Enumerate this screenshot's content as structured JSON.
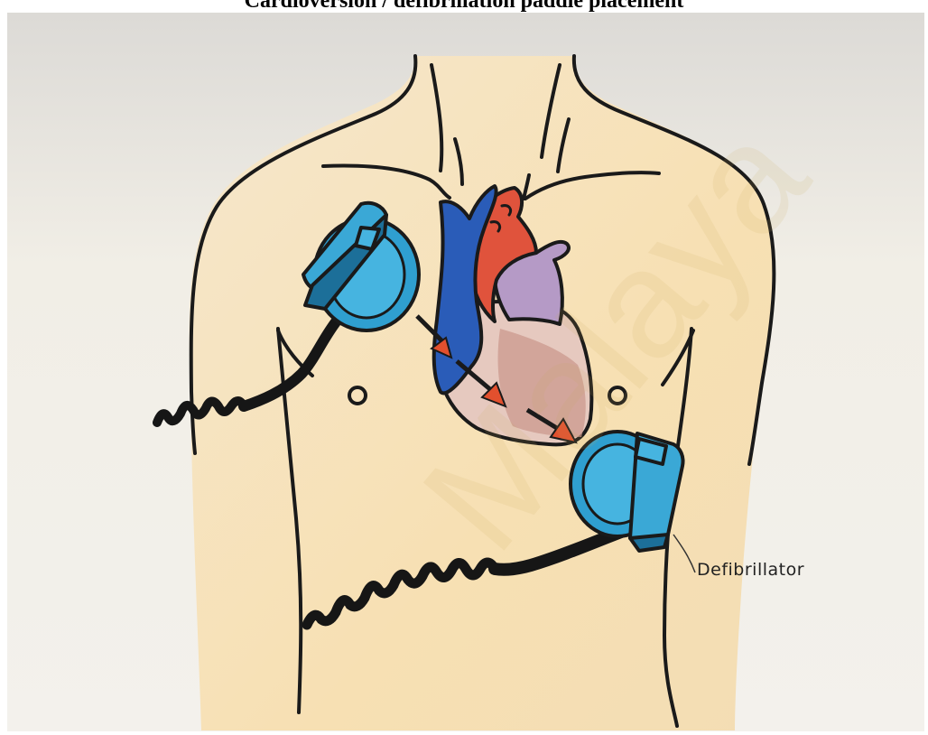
{
  "title": {
    "text": "Cardioversion / defibrillation paddle placement"
  },
  "labels": {
    "device": "Defibrillator"
  },
  "watermark": {
    "text": "Malaya"
  },
  "colors": {
    "paper": "#f4eddc",
    "skin": "#f7e2b8",
    "outline": "#1a1a1a",
    "paddle": "#2f9fd0",
    "paddle_dark": "#1c6f99",
    "vein_blue": "#2a5cb8",
    "artery_red": "#e0533c",
    "atrium_purple": "#b59ac6",
    "ventricle_pink": "#e8c8c0",
    "ventricle_brown": "#c9968a",
    "arrow": "#e2502e",
    "cable": "#161616"
  }
}
